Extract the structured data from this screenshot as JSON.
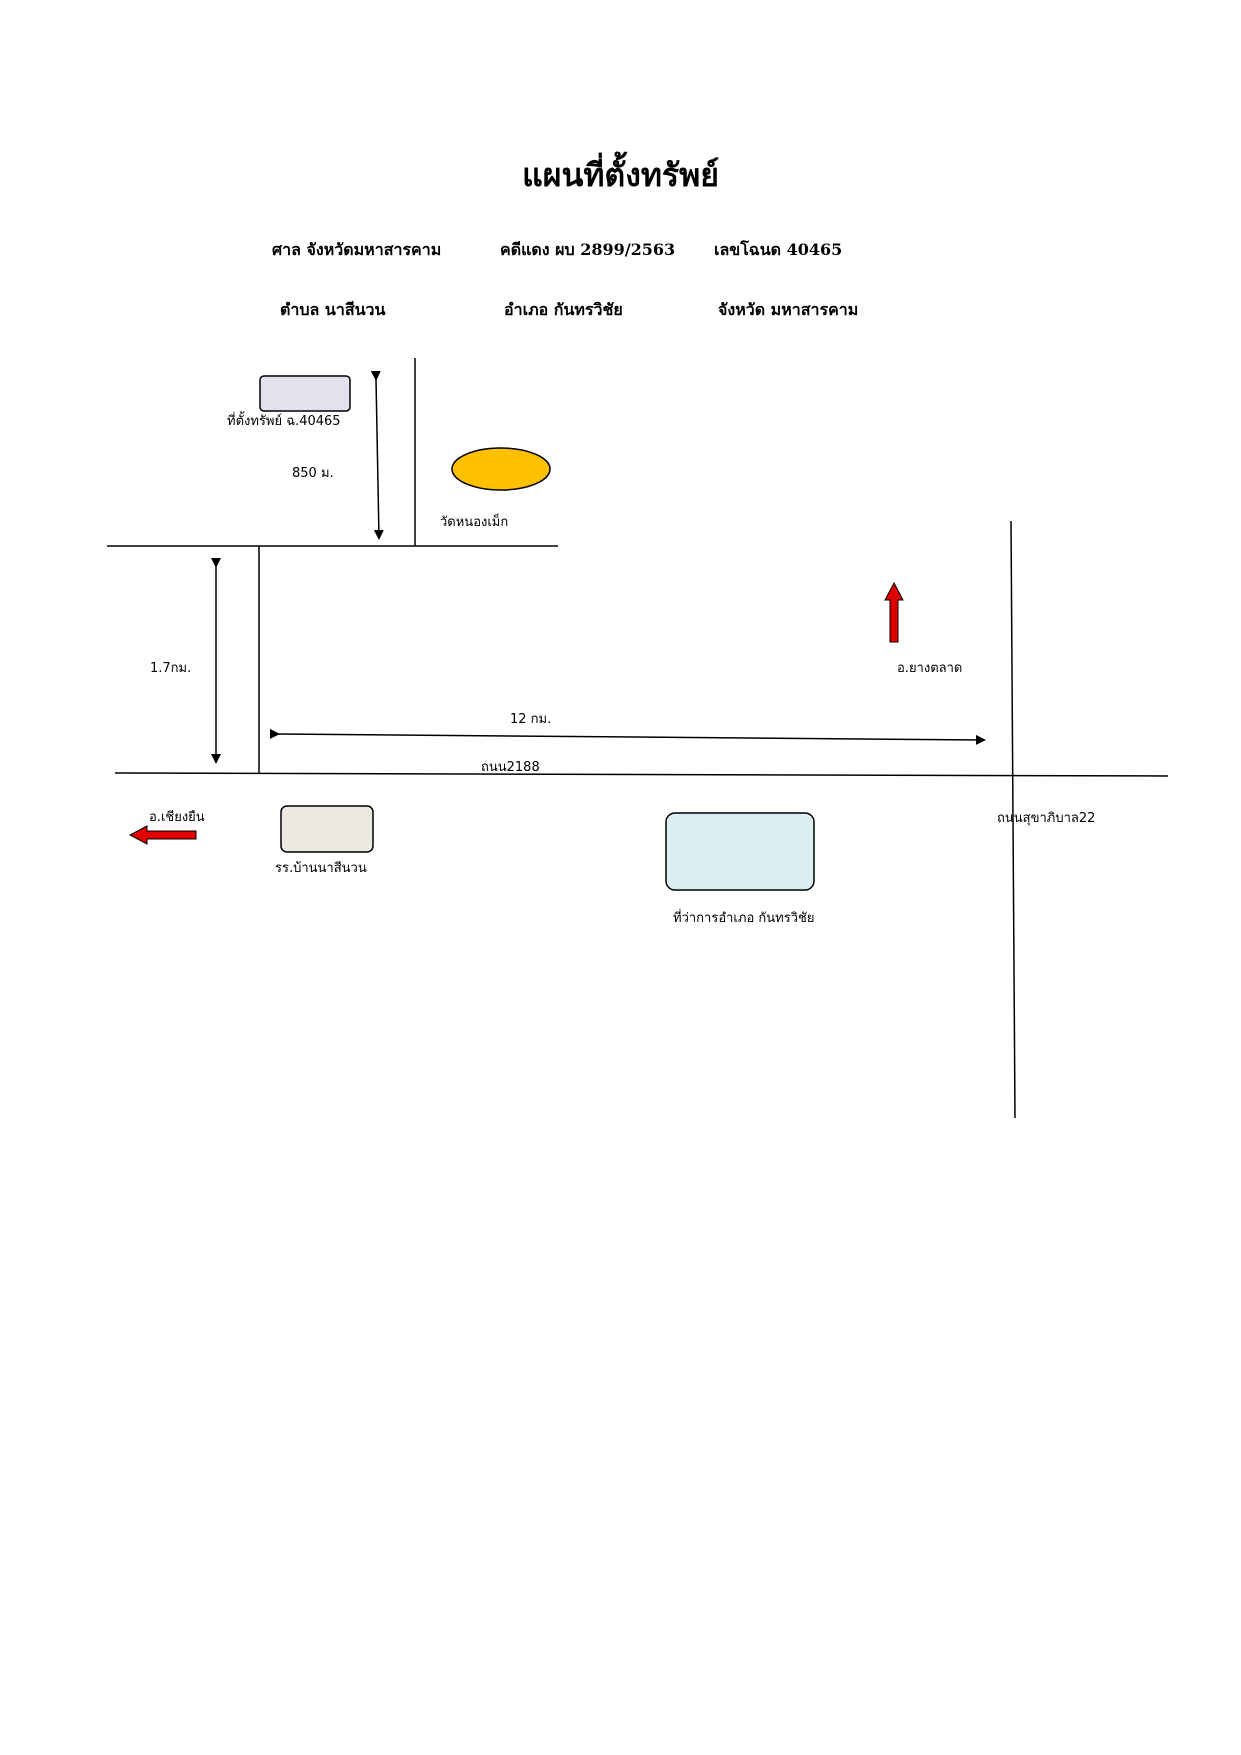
{
  "title": "แผนที่ตั้งทรัพย์",
  "header": {
    "court": "ศาล จังหวัดมหาสารคาม",
    "case_no": "คดีแดง ผบ 2899/2563",
    "deed_no": "เลขโฉนด  40465",
    "subdistrict": "ตำบล   นาสีนวน",
    "district": "อำเภอ  กันทรวิชัย",
    "province": "จังหวัด มหาสารคาม"
  },
  "map": {
    "labels": {
      "property": "ที่ตั้งทรัพย์ ฉ.40465",
      "dist_850": "850 ม.",
      "temple": "วัดหนองเม็ก",
      "dist_17": "1.7กม.",
      "yang_talat": "อ.ยางตลาด",
      "dist_12": "12 กม.",
      "road_2188": "ถนน2188",
      "chiang_yuen": "อ.เชียงยืน",
      "school": "รร.บ้านนาสีนวน",
      "district_office": "ที่ว่าการอำเภอ กันทรวิชัย",
      "sukhaphiban_road": "ถนนสุขาภิบาล22"
    },
    "colors": {
      "property_box": "#e4e0ee",
      "temple_oval": "#ffc000",
      "school_box": "#eceae0",
      "district_office_box": "#dbeef3",
      "direction_arrow": "#e00000"
    }
  }
}
